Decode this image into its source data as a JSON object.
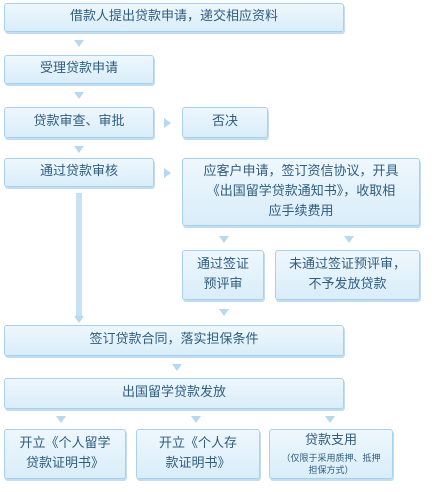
{
  "steps": {
    "apply": "借款人提出贷款申请，递交相应资料",
    "accept": "受理贷款申请",
    "review": "贷款审查、审批",
    "reject": "否决",
    "pass_review": "通过贷款审核",
    "customer_apply": "应客户申请，签订资信协议，开具\n《出国留学贷款通知书》，收取相\n应手续费用",
    "pass_visa": "通过签证\n预评审",
    "fail_visa": "未通过签证预评审，\n不予发放贷款",
    "sign_contract": "签订贷款合同，落实担保条件",
    "disburse": "出国留学贷款发放",
    "cert_personal_study": "开立《个人留学\n贷款证明书》",
    "cert_personal_deposit": "开立《个人存\n款证明书》",
    "loan_payout": "贷款支用",
    "loan_payout_note": "（仅限于采用质押、抵押\n担保方式）"
  },
  "colors": {
    "box_fill_top": "#eef7fd",
    "box_fill_bottom": "#d9edf9",
    "box_border": "#a7d1ee",
    "text": "#2f5c80",
    "arrow": "#b6d9f1"
  }
}
